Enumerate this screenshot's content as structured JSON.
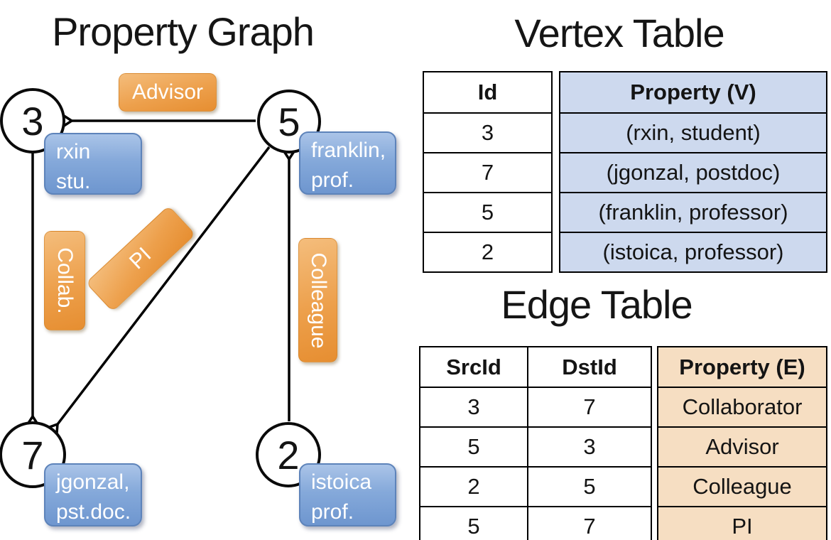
{
  "graph": {
    "title": "Property Graph",
    "nodes": [
      {
        "id": "3",
        "property": [
          "rxin",
          "stu."
        ]
      },
      {
        "id": "5",
        "property": [
          "franklin,",
          "prof."
        ]
      },
      {
        "id": "7",
        "property": [
          "jgonzal,",
          "pst.doc."
        ]
      },
      {
        "id": "2",
        "property": [
          "istoica",
          "prof."
        ]
      }
    ],
    "edge_labels": {
      "advisor": "Advisor",
      "collab": "Collab.",
      "pi": "PI",
      "colleague": "Colleague"
    }
  },
  "vertex_table": {
    "title": "Vertex Table",
    "headers": {
      "id": "Id",
      "property": "Property (V)"
    },
    "rows": [
      {
        "id": "3",
        "property": "(rxin, student)"
      },
      {
        "id": "7",
        "property": "(jgonzal, postdoc)"
      },
      {
        "id": "5",
        "property": "(franklin, professor)"
      },
      {
        "id": "2",
        "property": "(istoica, professor)"
      }
    ]
  },
  "edge_table": {
    "title": "Edge Table",
    "headers": {
      "src": "SrcId",
      "dst": "DstId",
      "property": "Property (E)"
    },
    "rows": [
      {
        "src": "3",
        "dst": "7",
        "property": "Collaborator"
      },
      {
        "src": "5",
        "dst": "3",
        "property": "Advisor"
      },
      {
        "src": "2",
        "dst": "5",
        "property": "Colleague"
      },
      {
        "src": "5",
        "dst": "7",
        "property": "PI"
      }
    ]
  },
  "colors": {
    "edge_label_fill": "#eda04c",
    "vertex_box_fill": "#85a9da",
    "vertex_table_property_fill": "#cdd9ee",
    "edge_table_property_fill": "#f6dec2",
    "line_color": "#000000"
  }
}
